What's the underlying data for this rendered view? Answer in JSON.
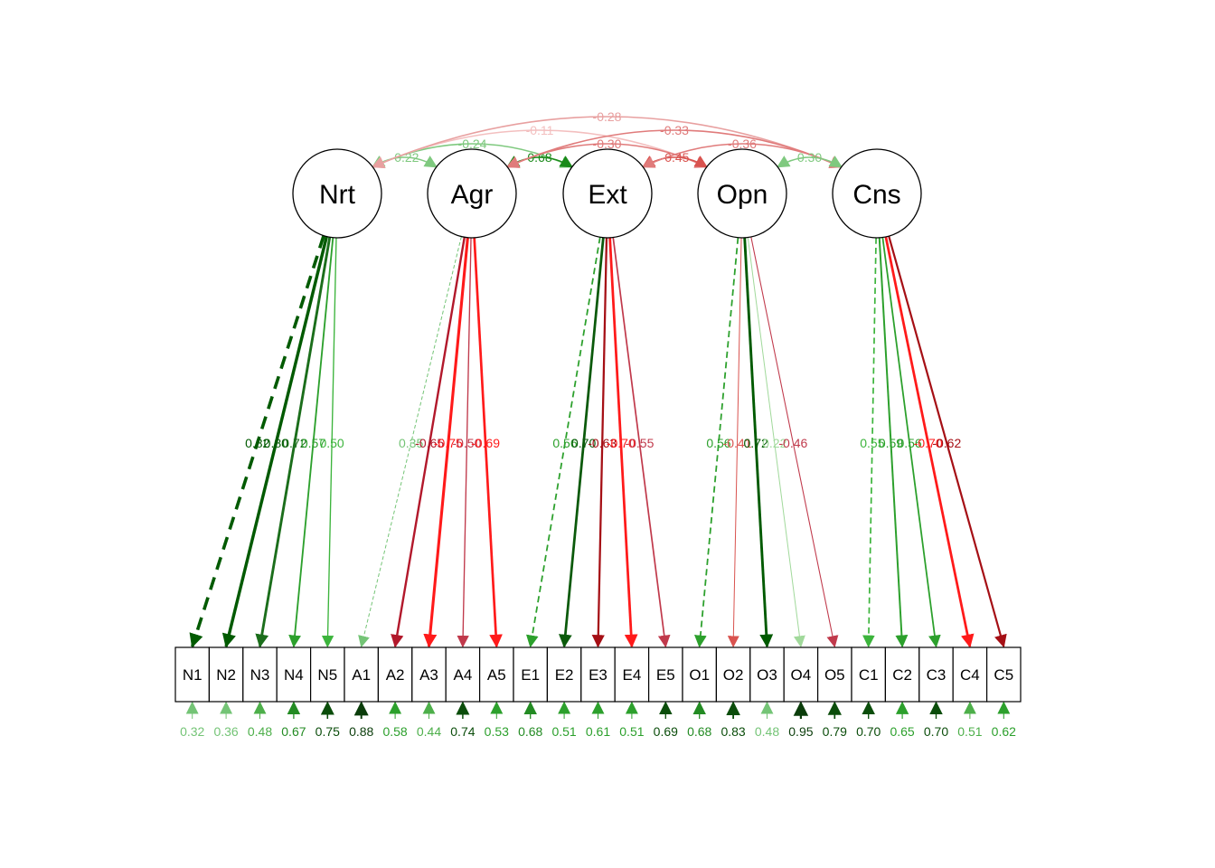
{
  "latents": [
    {
      "id": "N",
      "label": "Nrt"
    },
    {
      "id": "A",
      "label": "Agr"
    },
    {
      "id": "E",
      "label": "Ext"
    },
    {
      "id": "O",
      "label": "Opn"
    },
    {
      "id": "C",
      "label": "Cns"
    }
  ],
  "manifests": [
    {
      "label": "N1",
      "factor": "N",
      "loading": "0.82",
      "loading_color": "#005a00",
      "dashed": true,
      "residual": "0.32",
      "residual_color": "#74c476"
    },
    {
      "label": "N2",
      "factor": "N",
      "loading": "0.80",
      "loading_color": "#005a00",
      "dashed": false,
      "residual": "0.36",
      "residual_color": "#74c476"
    },
    {
      "label": "N3",
      "factor": "N",
      "loading": "0.72",
      "loading_color": "#1b6e1b",
      "dashed": false,
      "residual": "0.48",
      "residual_color": "#4daf4a"
    },
    {
      "label": "N4",
      "factor": "N",
      "loading": "0.57",
      "loading_color": "#2ca02c",
      "dashed": false,
      "residual": "0.67",
      "residual_color": "#238b23"
    },
    {
      "label": "N5",
      "factor": "N",
      "loading": "0.50",
      "loading_color": "#3cb43c",
      "dashed": false,
      "residual": "0.75",
      "residual_color": "#0b4d0b"
    },
    {
      "label": "A1",
      "factor": "A",
      "loading": "0.35",
      "loading_color": "#74c476",
      "dashed": true,
      "residual": "0.88",
      "residual_color": "#0b3d0b"
    },
    {
      "label": "A2",
      "factor": "A",
      "loading": "-0.65",
      "loading_color": "#b2182b",
      "dashed": false,
      "residual": "0.58",
      "residual_color": "#2ca02c"
    },
    {
      "label": "A3",
      "factor": "A",
      "loading": "-0.75",
      "loading_color": "#ff1a1a",
      "dashed": false,
      "residual": "0.44",
      "residual_color": "#4daf4a"
    },
    {
      "label": "A4",
      "factor": "A",
      "loading": "-0.50",
      "loading_color": "#c0394b",
      "dashed": false,
      "residual": "0.74",
      "residual_color": "#0b4d0b"
    },
    {
      "label": "A5",
      "factor": "A",
      "loading": "-0.69",
      "loading_color": "#ff1a1a",
      "dashed": false,
      "residual": "0.53",
      "residual_color": "#2ca02c"
    },
    {
      "label": "E1",
      "factor": "E",
      "loading": "0.56",
      "loading_color": "#2ca02c",
      "dashed": true,
      "residual": "0.68",
      "residual_color": "#238b23"
    },
    {
      "label": "E2",
      "factor": "E",
      "loading": "0.70",
      "loading_color": "#0b5a0b",
      "dashed": false,
      "residual": "0.51",
      "residual_color": "#2ca02c"
    },
    {
      "label": "E3",
      "factor": "E",
      "loading": "-0.63",
      "loading_color": "#a50f15",
      "dashed": false,
      "residual": "0.61",
      "residual_color": "#2ca02c"
    },
    {
      "label": "E4",
      "factor": "E",
      "loading": "-0.70",
      "loading_color": "#ff1a1a",
      "dashed": false,
      "residual": "0.51",
      "residual_color": "#2ca02c"
    },
    {
      "label": "E5",
      "factor": "E",
      "loading": "-0.55",
      "loading_color": "#c0394b",
      "dashed": false,
      "residual": "0.69",
      "residual_color": "#0b4d0b"
    },
    {
      "label": "O1",
      "factor": "O",
      "loading": "0.56",
      "loading_color": "#2ca02c",
      "dashed": true,
      "residual": "0.68",
      "residual_color": "#238b23"
    },
    {
      "label": "O2",
      "factor": "O",
      "loading": "-0.41",
      "loading_color": "#d9534f",
      "dashed": false,
      "residual": "0.83",
      "residual_color": "#0b4d0b"
    },
    {
      "label": "O3",
      "factor": "O",
      "loading": "0.72",
      "loading_color": "#005a00",
      "dashed": false,
      "residual": "0.48",
      "residual_color": "#74c476"
    },
    {
      "label": "O4",
      "factor": "O",
      "loading": "0.22",
      "loading_color": "#a1d99b",
      "dashed": false,
      "residual": "0.95",
      "residual_color": "#0b3d0b"
    },
    {
      "label": "O5",
      "factor": "O",
      "loading": "-0.46",
      "loading_color": "#c0394b",
      "dashed": false,
      "residual": "0.79",
      "residual_color": "#0b4d0b"
    },
    {
      "label": "C1",
      "factor": "C",
      "loading": "0.55",
      "loading_color": "#3cb43c",
      "dashed": true,
      "residual": "0.70",
      "residual_color": "#0b4d0b"
    },
    {
      "label": "C2",
      "factor": "C",
      "loading": "0.59",
      "loading_color": "#2ca02c",
      "dashed": false,
      "residual": "0.65",
      "residual_color": "#2ca02c"
    },
    {
      "label": "C3",
      "factor": "C",
      "loading": "0.56",
      "loading_color": "#2ca02c",
      "dashed": false,
      "residual": "0.70",
      "residual_color": "#0b4d0b"
    },
    {
      "label": "C4",
      "factor": "C",
      "loading": "-0.70",
      "loading_color": "#ff1a1a",
      "dashed": false,
      "residual": "0.51",
      "residual_color": "#4daf4a"
    },
    {
      "label": "C5",
      "factor": "C",
      "loading": "-0.62",
      "loading_color": "#a50f15",
      "dashed": false,
      "residual": "0.62",
      "residual_color": "#2ca02c"
    }
  ],
  "covariances": [
    {
      "from": "N",
      "to": "A",
      "label": "-0.22",
      "color": "#7fc97f"
    },
    {
      "from": "N",
      "to": "E",
      "label": "-0.24",
      "color": "#7fc97f"
    },
    {
      "from": "A",
      "to": "E",
      "label": "0.68",
      "color": "#1a8a1a"
    },
    {
      "from": "N",
      "to": "O",
      "label": "-0.11",
      "color": "#f3bfbf"
    },
    {
      "from": "A",
      "to": "O",
      "label": "-0.30",
      "color": "#e07b7b"
    },
    {
      "from": "E",
      "to": "O",
      "label": "-0.45",
      "color": "#d9534f"
    },
    {
      "from": "N",
      "to": "C",
      "label": "-0.28",
      "color": "#e8a0a0"
    },
    {
      "from": "A",
      "to": "C",
      "label": "-0.33",
      "color": "#e07b7b"
    },
    {
      "from": "E",
      "to": "C",
      "label": "-0.36",
      "color": "#e07b7b"
    },
    {
      "from": "O",
      "to": "C",
      "label": "0.30",
      "color": "#7fc97f"
    }
  ]
}
